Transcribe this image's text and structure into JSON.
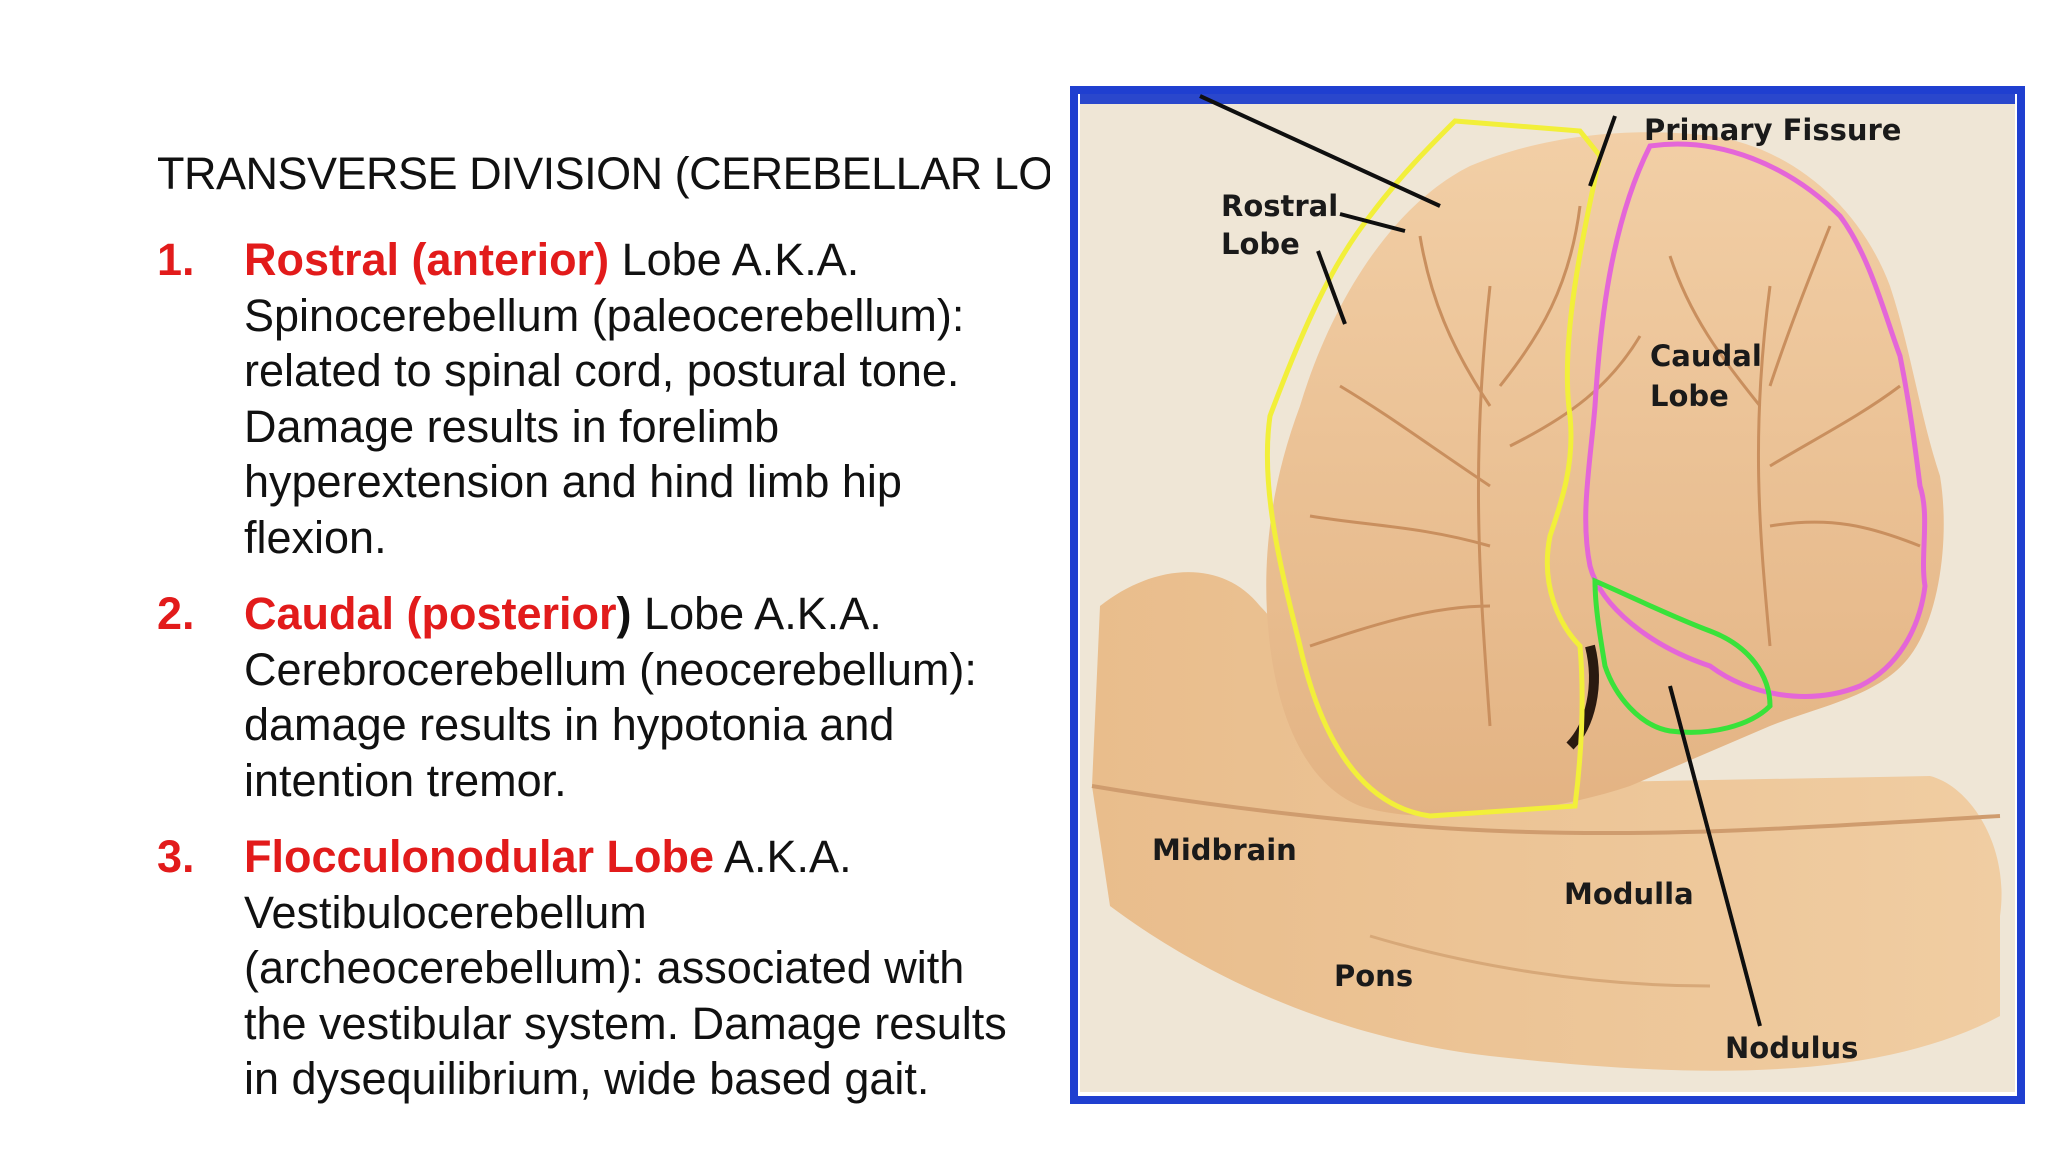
{
  "slide": {
    "title": "TRANSVERSE DIVISION (CEREBELLAR LOBES",
    "items": [
      {
        "number": "1.",
        "highlight": "Rostral (anterior)",
        "text": " Lobe A.K.A. Spinocerebellum (paleocerebellum): related to spinal cord, postural tone. Damage results in forelimb hyperextension and hind limb hip flexion."
      },
      {
        "number": "2.",
        "highlight": "Caudal (posterior",
        "highlight_tail": ")",
        "text": " Lobe A.K.A. Cerebrocerebellum (neocerebellum): damage results in hypotonia and intention tremor."
      },
      {
        "number": "3.",
        "highlight": "Flocculonodular Lobe",
        "text": " A.K.A. Vestibulocerebellum (archeocerebellum): associated with the vestibular system. Damage results in dysequilibrium, wide based gait."
      }
    ]
  },
  "figure": {
    "labels": {
      "primary_fissure": "Primary Fissure",
      "rostral_line1": "Rostral",
      "rostral_line2": "Lobe",
      "caudal_line1": "Caudal",
      "caudal_line2": "Lobe",
      "midbrain": "Midbrain",
      "modulla": "Modulla",
      "pons": "Pons",
      "nodulus": "Nodulus"
    },
    "colors": {
      "frame": "#1f3fd0",
      "tissue": "#f0c9a0",
      "rostral_outline": "#f2ef3a",
      "caudal_outline": "#e466d8",
      "nodulus_outline": "#39e23a"
    }
  }
}
